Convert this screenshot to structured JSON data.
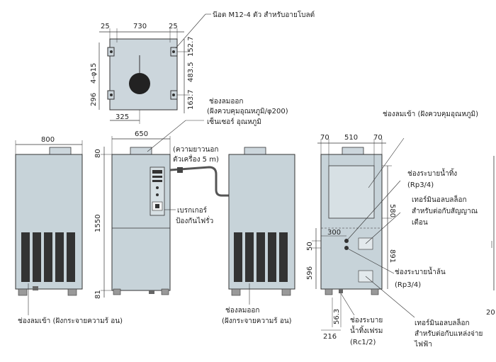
{
  "labels": {
    "bolt_note": "น๊อต M12-4 ตัว สำหรับอายโบลต์",
    "exhaust_title": "ช่องลมออก",
    "exhaust_sub": "(ฝังควบคุมอุณหภูมิ/φ200)",
    "sensor": "เซ็นเซอร์ อุณหภูมิ",
    "cable_1": "(ความยาวนอก",
    "cable_2": "ตัวเครื่อง 5 m)",
    "breaker_1": "เบรกเกอร์",
    "breaker_2": "ป้องกันไฟรั่ว",
    "intake_back": "ช่องลมเข้า (ฝังควบคุมอุณหภูมิ)",
    "drain1_1": "ช่องระบายน้ำทิ้ง",
    "drain1_2": "(Rp3/4)",
    "alarm_1": "เทอร์มินอลบลล็อก",
    "alarm_2": "สำหรับต่อกับสัญญาณ",
    "alarm_3": "เตือน",
    "overflow_1": "ช่องระบายน้ำล้น",
    "overflow_2": "(Rp3/4)",
    "intake_left": "ช่องลมเข้า (ฝังกระจายความร้ อน)",
    "outlet_1": "ช่องลมออก",
    "outlet_2": "(ฝังกระจายความร้ อน)",
    "frame_1": "ช่องระบาย",
    "frame_2": "น้ำทิ้งเฟรม",
    "frame_3": "(Rc1/2)",
    "power_1": "เทอร์มินอลบลล็อก",
    "power_2": "สำหรับต่อกับแหล่งจ่าย",
    "power_3": "ไฟฟ้า"
  },
  "dims": {
    "top_25a": "25",
    "top_730": "730",
    "top_25b": "25",
    "top_phi": "4-φ15",
    "top_296": "296",
    "top_325": "325",
    "top_1527": "152.7",
    "top_4835": "483.5",
    "top_1637": "163.7",
    "w800": "800",
    "w650": "650",
    "h80": "80",
    "h1550": "1550",
    "h81": "81",
    "r70a": "70",
    "r510": "510",
    "r70b": "70",
    "r300": "300",
    "r50": "50",
    "r580": "580",
    "r891": "891",
    "r596": "596",
    "r563": "56.3",
    "r216": "216",
    "edge_20": "20"
  }
}
